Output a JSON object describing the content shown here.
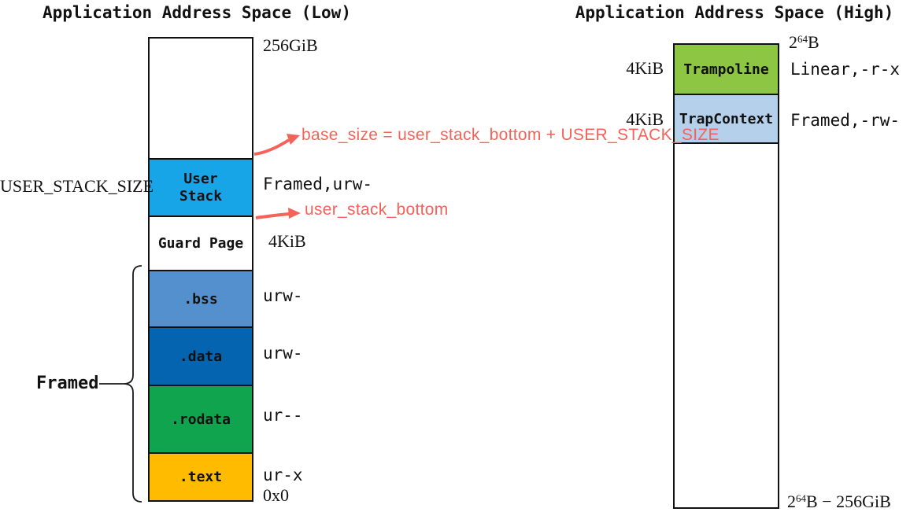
{
  "left": {
    "title": "Application Address Space (Low)",
    "top_address_label": "256GiB",
    "bottom_address_label": "0x0",
    "user_stack_size_label": "USER_STACK_SIZE",
    "framed_group_label": "Framed",
    "segments": [
      {
        "label1": "User",
        "label2": "Stack",
        "color": "#18A5E8",
        "perm": "Framed,urw-"
      },
      {
        "label": "Guard Page",
        "color": "#FFFFFF",
        "size": "4KiB"
      },
      {
        "label": ".bss",
        "color": "#5590CE",
        "perm": "urw-"
      },
      {
        "label": ".data",
        "color": "#0564B0",
        "perm": "urw-"
      },
      {
        "label": ".rodata",
        "color": "#10A44F",
        "perm": "ur--"
      },
      {
        "label": ".text",
        "color": "#FEBB00",
        "perm": "ur-x"
      }
    ]
  },
  "right": {
    "title": "Application Address Space (High)",
    "top_address_label": {
      "base": "2",
      "sup": "64",
      "tail": "B"
    },
    "bottom_address_label": {
      "base": "2",
      "sup": "64",
      "tail": "B − 256GiB"
    },
    "segments": [
      {
        "label": "Trampoline",
        "color": "#8CC642",
        "size": "4KiB",
        "perm": "Linear,-r-x"
      },
      {
        "label": "TrapContext",
        "color": "#B4D0EA",
        "size": "4KiB",
        "perm": "Framed,-rw-"
      }
    ]
  },
  "annotations": {
    "color": "#F4635A",
    "base_size_label": "base_size = user_stack_bottom + USER_STACK_SIZE",
    "user_stack_bottom_label": "user_stack_bottom"
  }
}
